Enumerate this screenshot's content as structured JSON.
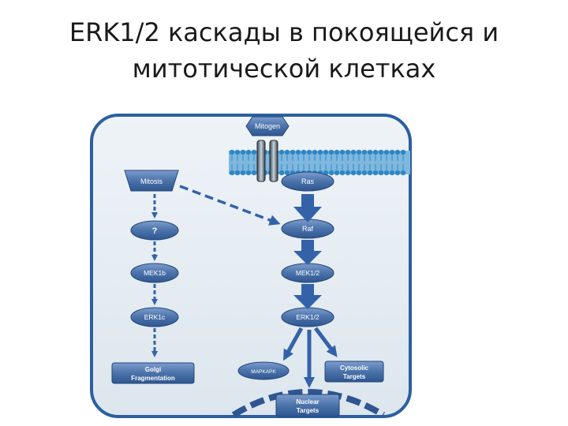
{
  "slide": {
    "title_line1": "ERK1/2 каскады в покоящейся и",
    "title_line2": "митотической клетках"
  },
  "diagram": {
    "mitogen": "Mitogen",
    "mitosis": "Mitosis",
    "ras": "Ras",
    "raf": "Raf",
    "mek12": "MEK1/2",
    "erk12": "ERK1/2",
    "unknown": "?",
    "mek1b": "MEK1b",
    "erk1c": "ERK1c",
    "golgi_line1": "Golgi",
    "golgi_line2": "Fragmentation",
    "mapkapk": "MAPKAPK",
    "cytosolic_line1": "Cytosolic",
    "cytosolic_line2": "Targets",
    "nuclear_line1": "Nuclear",
    "nuclear_line2": "Targets"
  },
  "colors": {
    "cell_fill": "#e6eef4",
    "cell_border": "#2c5fa0",
    "membrane": "#3a8ec8",
    "node_fill": "#4f77ad",
    "node_text": "#ffffff",
    "arrow": "#3462a8",
    "title": "#1a1a1a"
  }
}
